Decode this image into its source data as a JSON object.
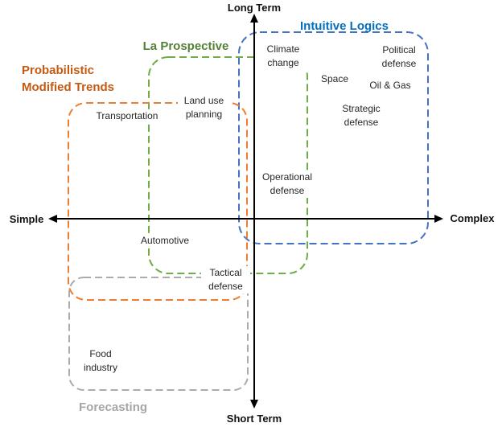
{
  "diagram": {
    "axes": {
      "top": "Long Term",
      "bottom": "Short Term",
      "left": "Simple",
      "right": "Complex",
      "line_color": "#000000"
    },
    "methods": {
      "intuitive_logics": {
        "label": "Intuitive Logics",
        "title_color": "#0070C0",
        "box_color": "#4472C4"
      },
      "la_prospective": {
        "label": "La Prospective",
        "title_color": "#538135",
        "box_color": "#70AD47"
      },
      "probabilistic_modified_trends": {
        "label": "Probabilistic Modified Trends",
        "title_color": "#C55A11",
        "box_color": "#ED7D31"
      },
      "forecasting": {
        "label": "Forecasting",
        "title_color": "#A6A6A6",
        "box_color": "#ABABAB"
      }
    },
    "items": {
      "climate_change": "Climate change",
      "political_defense": "Political defense",
      "space": "Space",
      "oil_gas": "Oil & Gas",
      "strategic_defense": "Strategic defense",
      "operational_defense": "Operational defense",
      "land_use_planning": "Land use planning",
      "transportation": "Transportation",
      "automotive": "Automotive",
      "tactical_defense": "Tactical defense",
      "food_industry": "Food industry"
    }
  }
}
